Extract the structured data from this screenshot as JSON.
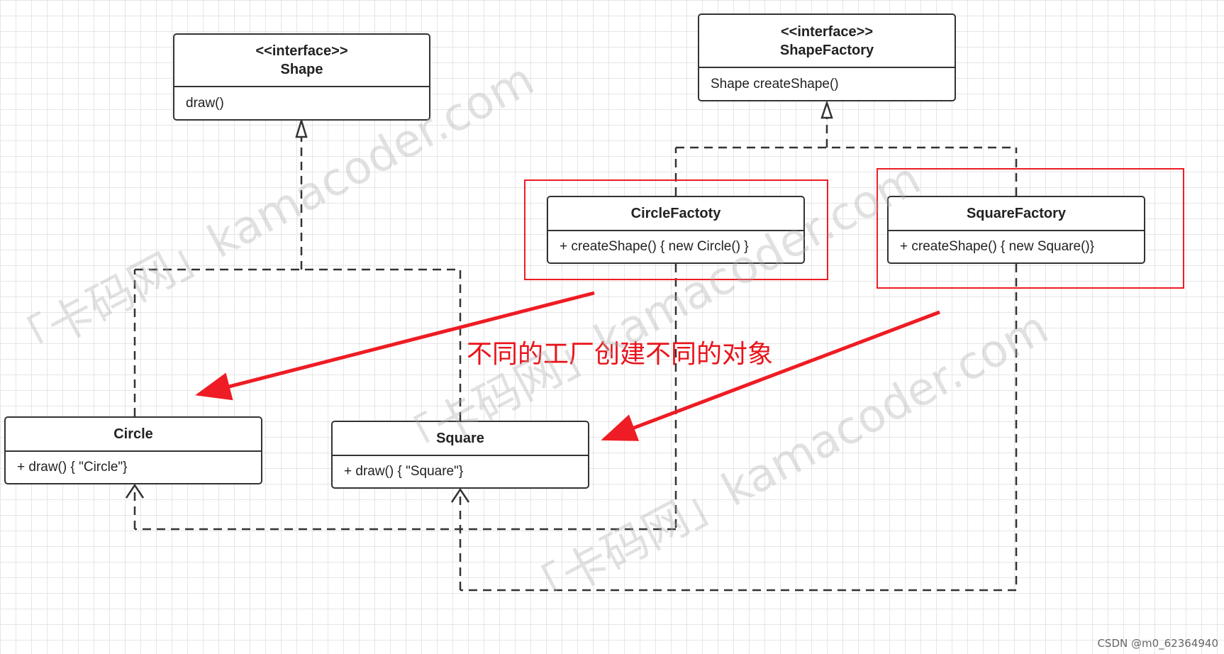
{
  "classes": {
    "shape": {
      "stereotype": "<<interface>>",
      "name": "Shape",
      "member": "draw()"
    },
    "shape_factory": {
      "stereotype": "<<interface>>",
      "name": "ShapeFactory",
      "member": "Shape createShape()"
    },
    "circle_factory": {
      "name": "CircleFactoty",
      "member": "+ createShape() { new Circle() }"
    },
    "square_factory": {
      "name": "SquareFactory",
      "member": "+ createShape() { new Square()}"
    },
    "circle": {
      "name": "Circle",
      "member": "+ draw() { \"Circle\"}"
    },
    "square": {
      "name": "Square",
      "member": "+ draw() { \"Square\"}"
    }
  },
  "annotation": "不同的工厂创建不同的对象",
  "watermark": "「卡码网」kamacoder.com",
  "credit": "CSDN @m0_62364940",
  "colors": {
    "annotation_red": "#ee1c24",
    "line": "#333333"
  }
}
